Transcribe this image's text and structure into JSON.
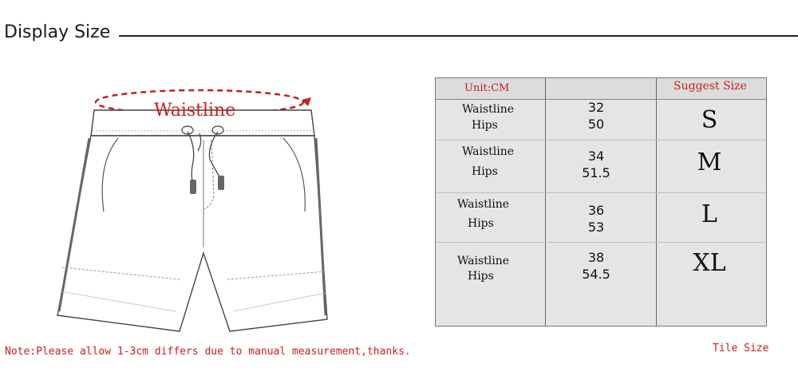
{
  "header": {
    "title": "Display Size"
  },
  "illustration": {
    "waist_label": "Waistline"
  },
  "table": {
    "unit_label": "Unit:CM",
    "suggest_label": "Suggest Size",
    "rows": [
      {
        "label1": "Waistline",
        "label2": "Hips",
        "waist": "32",
        "hips": "50",
        "size": "S"
      },
      {
        "label1": "Waistline",
        "label2": "Hips",
        "waist": "34",
        "hips": "51.5",
        "size": "M"
      },
      {
        "label1": "Waistline",
        "label2": "Hips",
        "waist": "36",
        "hips": "53",
        "size": "L"
      },
      {
        "label1": "Waistline",
        "label2": "Hips",
        "waist": "38",
        "hips": "54.5",
        "size": "XL"
      }
    ]
  },
  "footer": {
    "note": "Note:Please allow 1-3cm differs due to manual measurement,thanks.",
    "tile": "Tile Size"
  },
  "colors": {
    "accent": "#c81e1e",
    "rule": "#2a1f1f",
    "table_bg": "#e5e5e5"
  }
}
